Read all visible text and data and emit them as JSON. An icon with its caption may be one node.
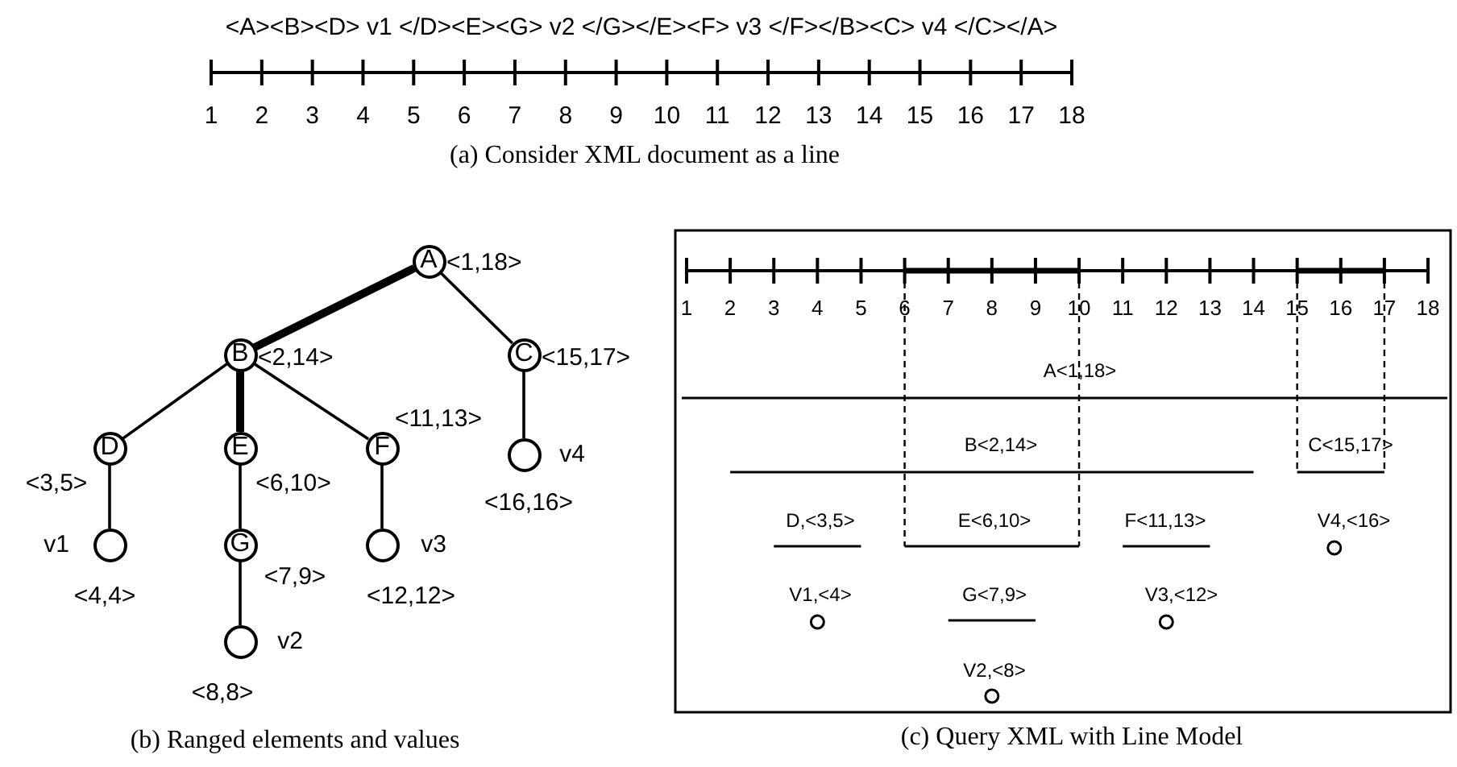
{
  "diagram": {
    "nodes": [
      {
        "text": [
          "A"
        ],
        "beside": [
          "<1,18>"
        ]
      },
      {
        "text": [
          "B"
        ],
        "beside": [
          "<2,14>"
        ]
      },
      {
        "text": [
          "C"
        ],
        "beside": [
          "<15,17>"
        ]
      },
      {
        "text": [
          "D"
        ],
        "beside": [
          "<3,5>"
        ]
      },
      {
        "text": [
          "E"
        ],
        "beside": [
          "<6,10>"
        ]
      },
      {
        "text": [
          "F"
        ],
        "beside": [
          "<11,13>"
        ]
      },
      {
        "text": [],
        "shape": "circle",
        "beside": [
          "v1",
          "<4,4>"
        ]
      },
      {
        "text": [
          "G"
        ],
        "beside": [
          "<7,9>"
        ]
      },
      {
        "text": [],
        "shape": "circle",
        "beside": [
          "v3",
          "<12,12>"
        ]
      },
      {
        "text": [],
        "shape": "circle",
        "beside": [
          "v4",
          "<16,16>"
        ]
      },
      {
        "text": [],
        "shape": "circle",
        "beside": [
          "v2",
          "<8,8>"
        ]
      }
    ],
    "edges": [
      {
        "from": 0,
        "to": 1,
        "arrow": "none",
        "style": "thick"
      },
      {
        "from": 0,
        "to": 2,
        "arrow": "none"
      },
      {
        "from": 1,
        "to": 3,
        "arrow": "none"
      },
      {
        "from": 1,
        "to": 4,
        "arrow": "none",
        "style": "thick"
      },
      {
        "from": 1,
        "to": 5,
        "arrow": "none"
      },
      {
        "from": 2,
        "to": 9,
        "arrow": "none"
      },
      {
        "from": 3,
        "to": 6,
        "arrow": "none"
      },
      {
        "from": 4,
        "to": 7,
        "arrow": "none"
      },
      {
        "from": 5,
        "to": 8,
        "arrow": "none"
      },
      {
        "from": 7,
        "to": 10,
        "arrow": "none"
      }
    ],
    "labels": [
      "<A><B><D> v1 </D><E><G> v2 </G></E><F> v3 </F></B><C> v4 </C></A>",
      "1",
      "2",
      "3",
      "4",
      "5",
      "6",
      "7",
      "8",
      "9",
      "10",
      "11",
      "12",
      "13",
      "14",
      "15",
      "16",
      "17",
      "18",
      "(a) Consider XML document as a line",
      "(b) Ranged elements and values",
      "1",
      "2",
      "3",
      "4",
      "5",
      "6",
      "7",
      "8",
      "9",
      "10",
      "11",
      "12",
      "13",
      "14",
      "15",
      "16",
      "17",
      "18",
      "A<1,18>",
      "B<2,14>",
      "C<15,17>",
      "D,<3,5>",
      "E<6,10>",
      "F<11,13>",
      "V4,<16>",
      "V1,<4>",
      "G<7,9>",
      "V3,<12>",
      "V2,<8>",
      "(c) Query XML with Line Model"
    ]
  }
}
